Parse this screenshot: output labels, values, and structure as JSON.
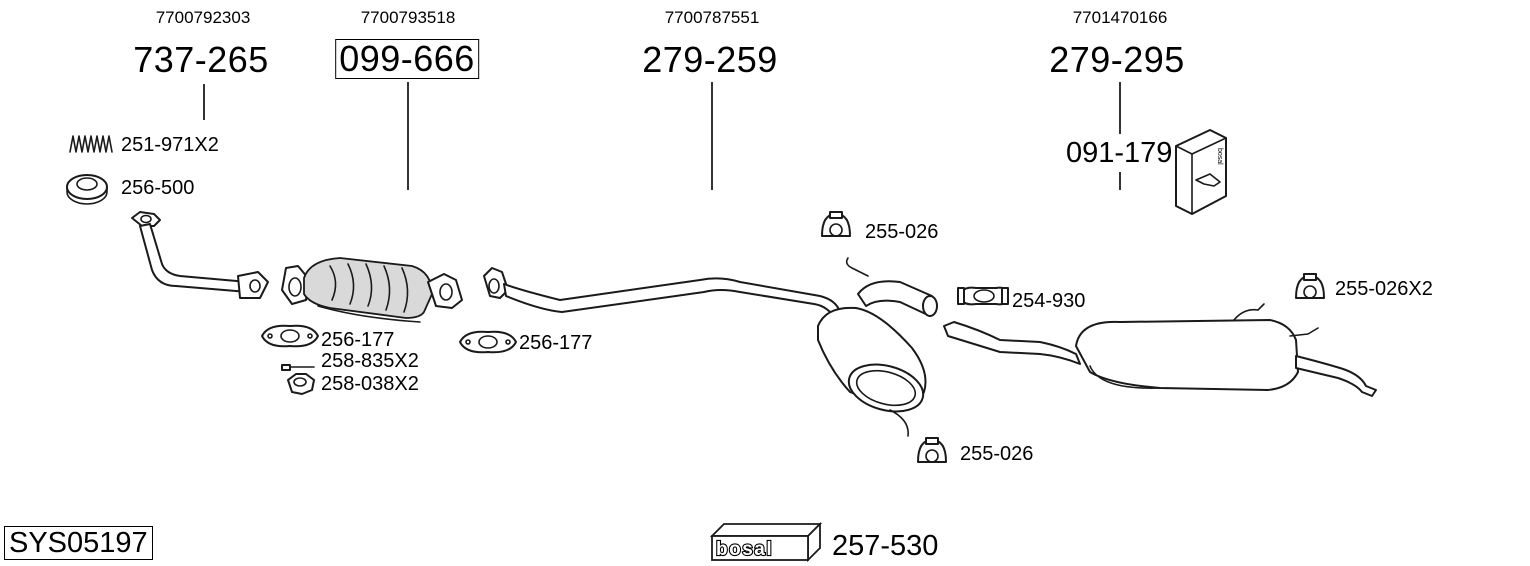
{
  "parts": [
    {
      "oe": "7700792303",
      "number": "737-265"
    },
    {
      "oe": "7700793518",
      "number": "099-666"
    },
    {
      "oe": "7700787551",
      "number": "279-259"
    },
    {
      "oe": "7701470166",
      "number": "279-295"
    }
  ],
  "accessories": {
    "spring": "251-971X2",
    "ring_gasket": "256-500",
    "gasket_cat": "256-177",
    "bolt": "258-835X2",
    "nut": "258-038X2",
    "gasket_mid": "256-177",
    "hanger_top": "255-026",
    "clamp": "254-930",
    "hanger_rear": "255-026X2",
    "hanger_bottom": "255-026",
    "mounting_kit": "091-179"
  },
  "system_code": "SYS05197",
  "assembly_kit": "257-530",
  "brand_logo": "bosal"
}
